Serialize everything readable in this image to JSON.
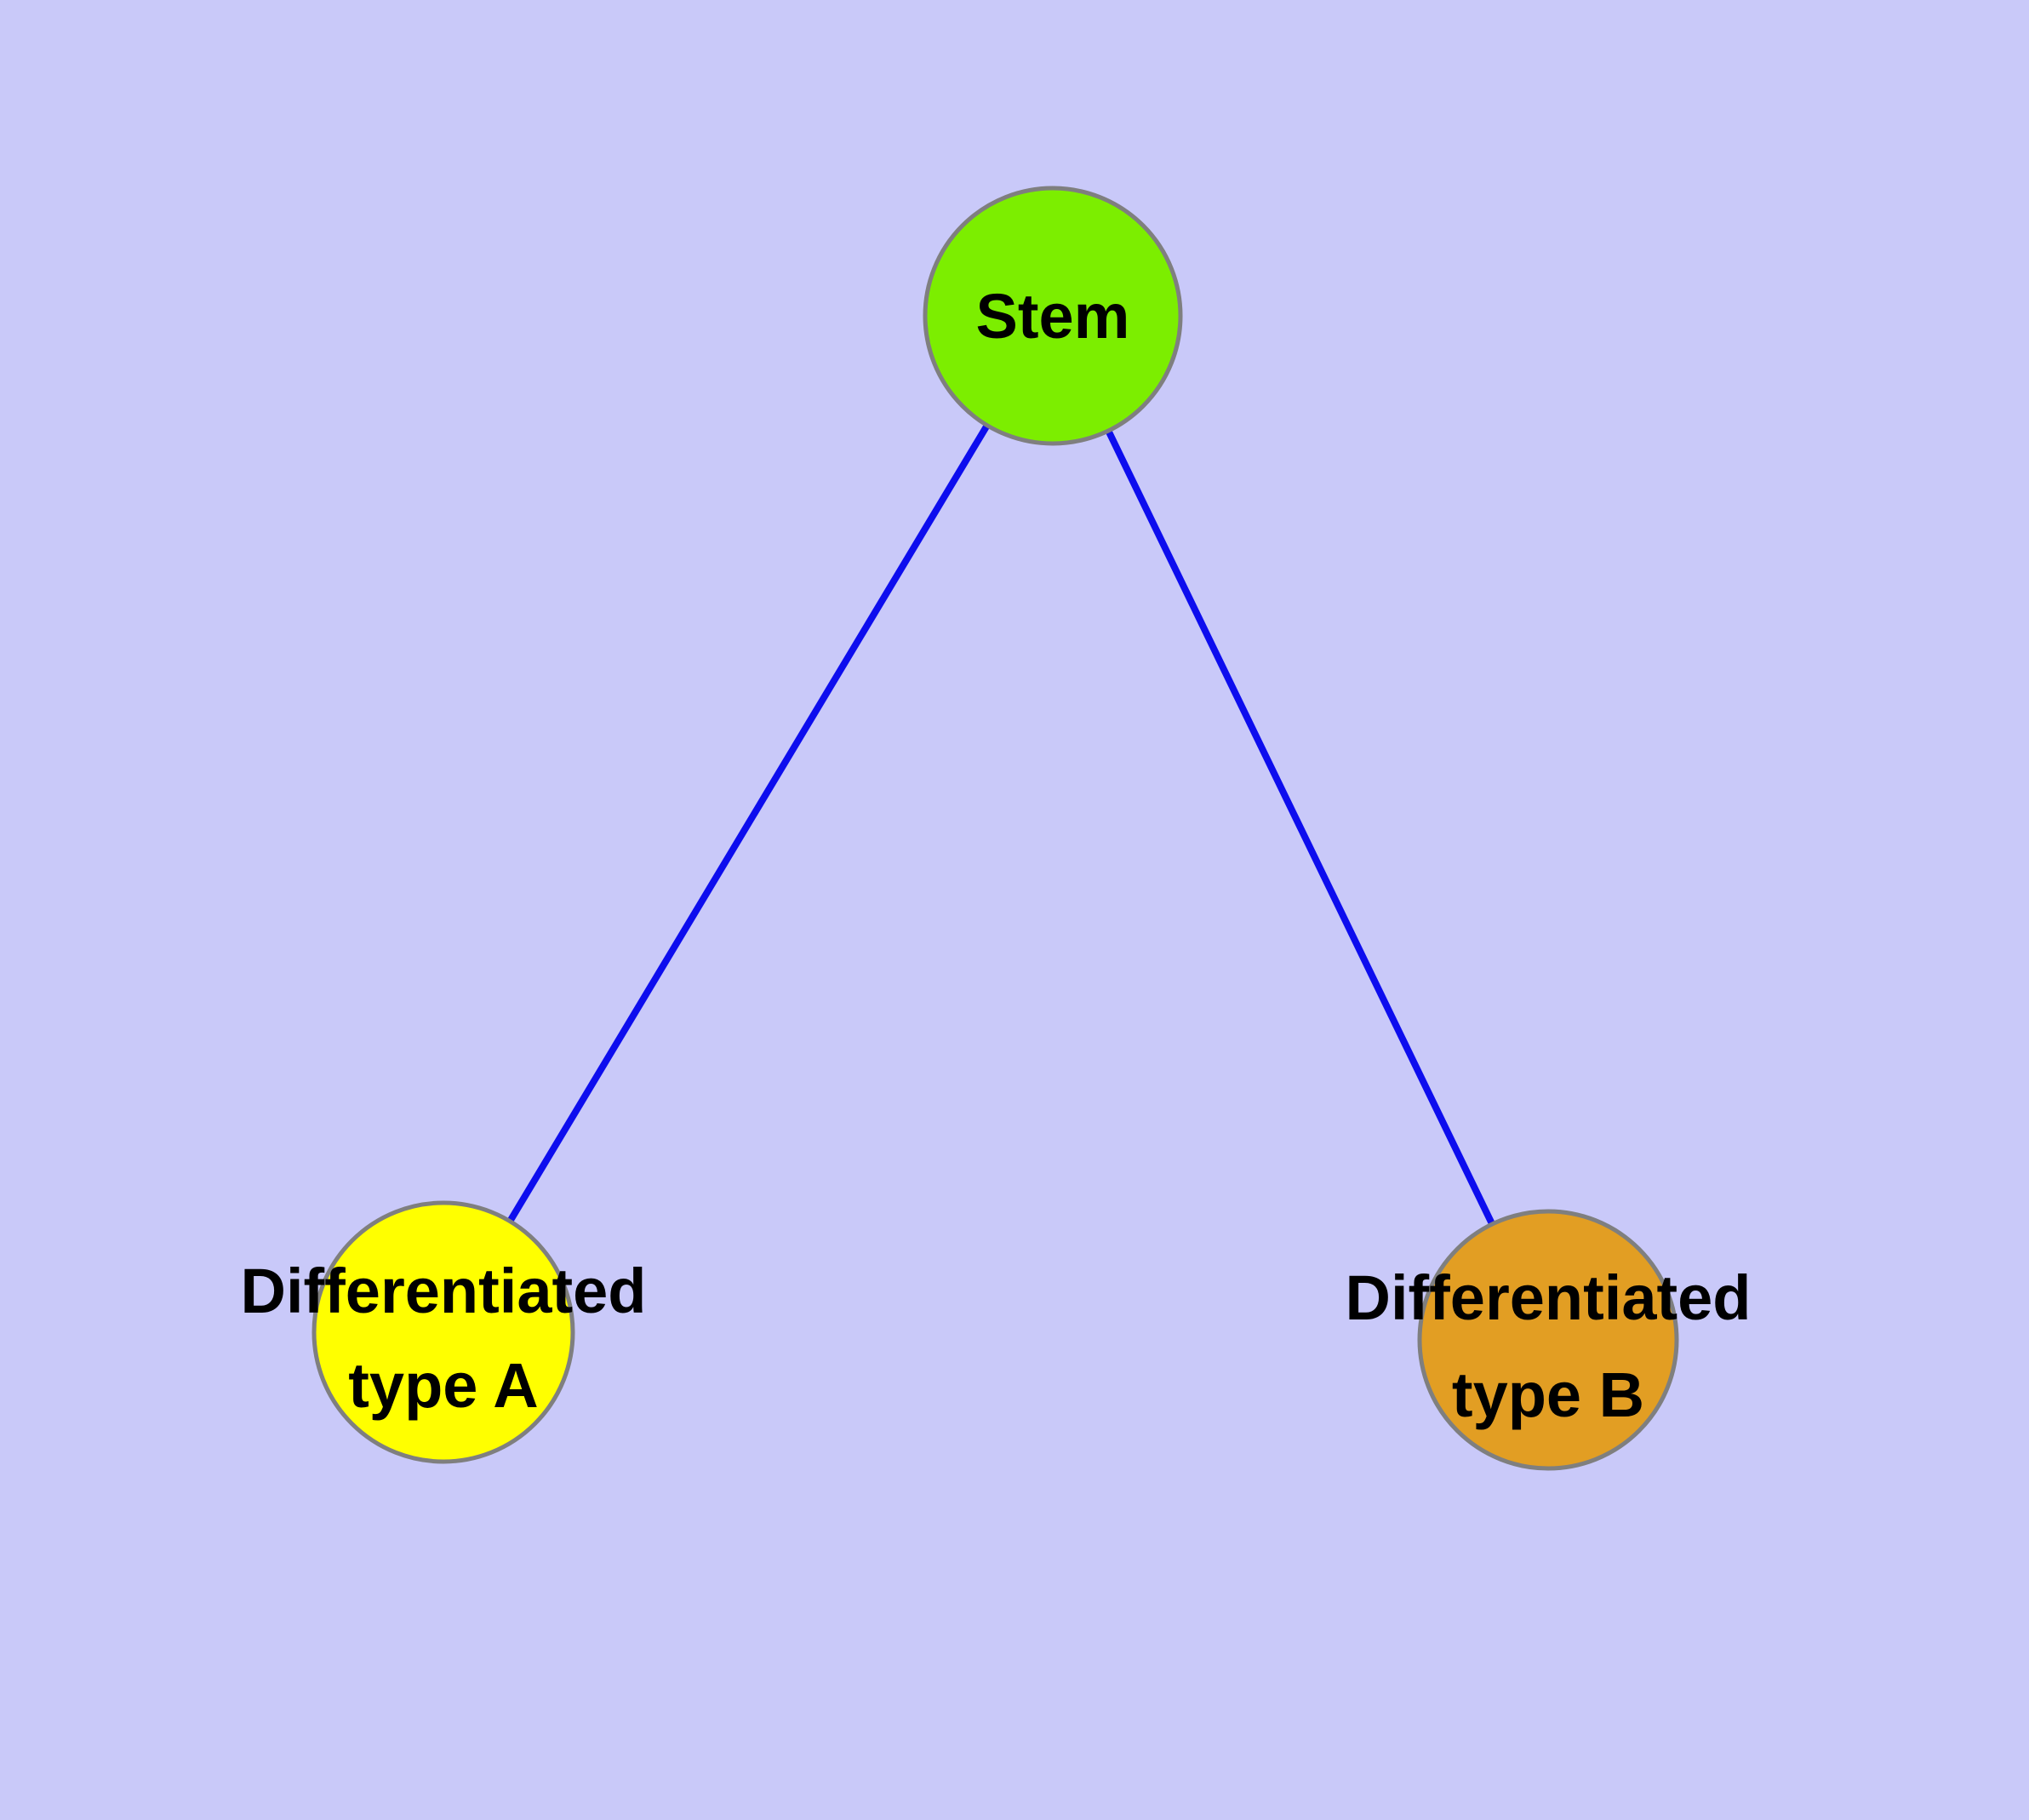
{
  "diagram": {
    "type": "node-link-graph",
    "background_color": "#C9C9F9",
    "edge_color": "#0D0DEE",
    "node_border_color": "#7F7F7F",
    "label_color": "#000000",
    "nodes": [
      {
        "id": "stem",
        "label": "Stem",
        "label_lines": [
          "Stem"
        ],
        "fill": "#7CEE00"
      },
      {
        "id": "differentiated-type-a",
        "label": "Differentiated type A",
        "label_lines": [
          "Differentiated",
          "type A"
        ],
        "fill": "#FFFF00"
      },
      {
        "id": "differentiated-type-b",
        "label": "Differentiated type B",
        "label_lines": [
          "Differentiated",
          "type B"
        ],
        "fill": "#E29E23"
      }
    ],
    "edges": [
      {
        "from": "Stem",
        "to": "Differentiated type A"
      },
      {
        "from": "Stem",
        "to": "Differentiated type B"
      }
    ]
  }
}
